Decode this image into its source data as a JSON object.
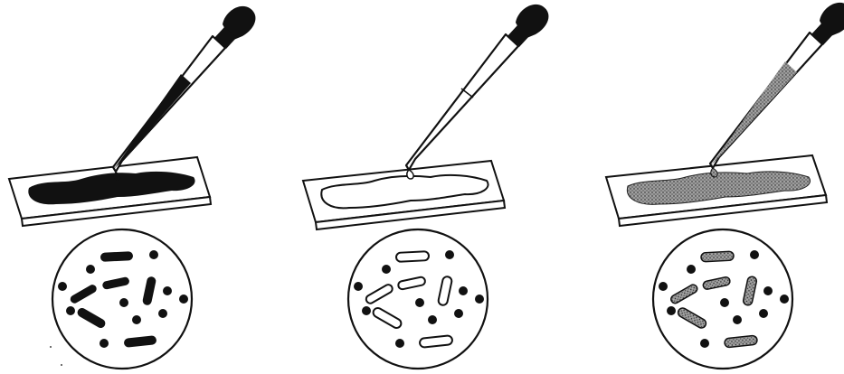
{
  "figure": {
    "panels": [
      {
        "id": "dark",
        "liquid": "dark",
        "rods": "dark"
      },
      {
        "id": "clear",
        "liquid": "clear",
        "rods": "clear"
      },
      {
        "id": "stippled",
        "liquid": "stippled",
        "rods": "stippled"
      }
    ],
    "icons": [
      "dropper-icon",
      "slide-icon",
      "microscope-view-icon"
    ],
    "colors": {
      "ink": "#111111",
      "paper": "#ffffff",
      "stipple_bg": "#8a8a8a"
    }
  }
}
